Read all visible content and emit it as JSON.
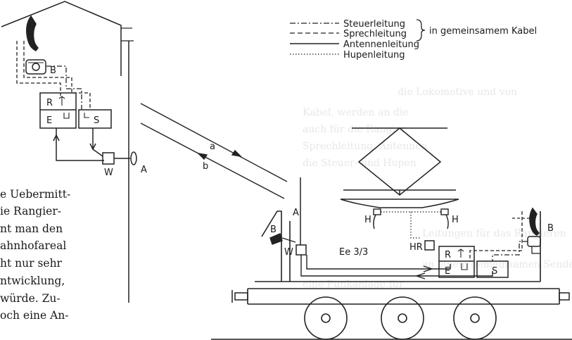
{
  "legend": {
    "control_line": "Steuerleitung",
    "speech_line": "Sprechleitung",
    "shared_cable": "in gemeinsamem Kabel",
    "antenna_line": "Antennenleitung",
    "horn_line": "Hupenleitung"
  },
  "building": {
    "handset_label": "B",
    "receiver_label": "R",
    "transmitter_label": "E",
    "control_unit_label": "S",
    "switch_label": "W",
    "antenna_label": "A"
  },
  "radio_link": {
    "channel_a": "a",
    "channel_b": "b"
  },
  "locomotive": {
    "antenna_label": "A",
    "horn_label_left": "B",
    "switch_label": "W",
    "type_label": "Ee 3/3",
    "horn_relay_label": "HR",
    "horn_left_label": "H",
    "horn_right_label": "H",
    "handset_label": "B",
    "receiver_label": "R",
    "transmitter_label": "E",
    "control_unit_label": "S"
  },
  "body_text": [
    "e Uebermitt-",
    "ie Rangier-",
    "nt man den",
    "ahnhofareal",
    "ht nur sehr",
    "ntwicklung,",
    "würde. Zu-",
    "och eine An-"
  ]
}
